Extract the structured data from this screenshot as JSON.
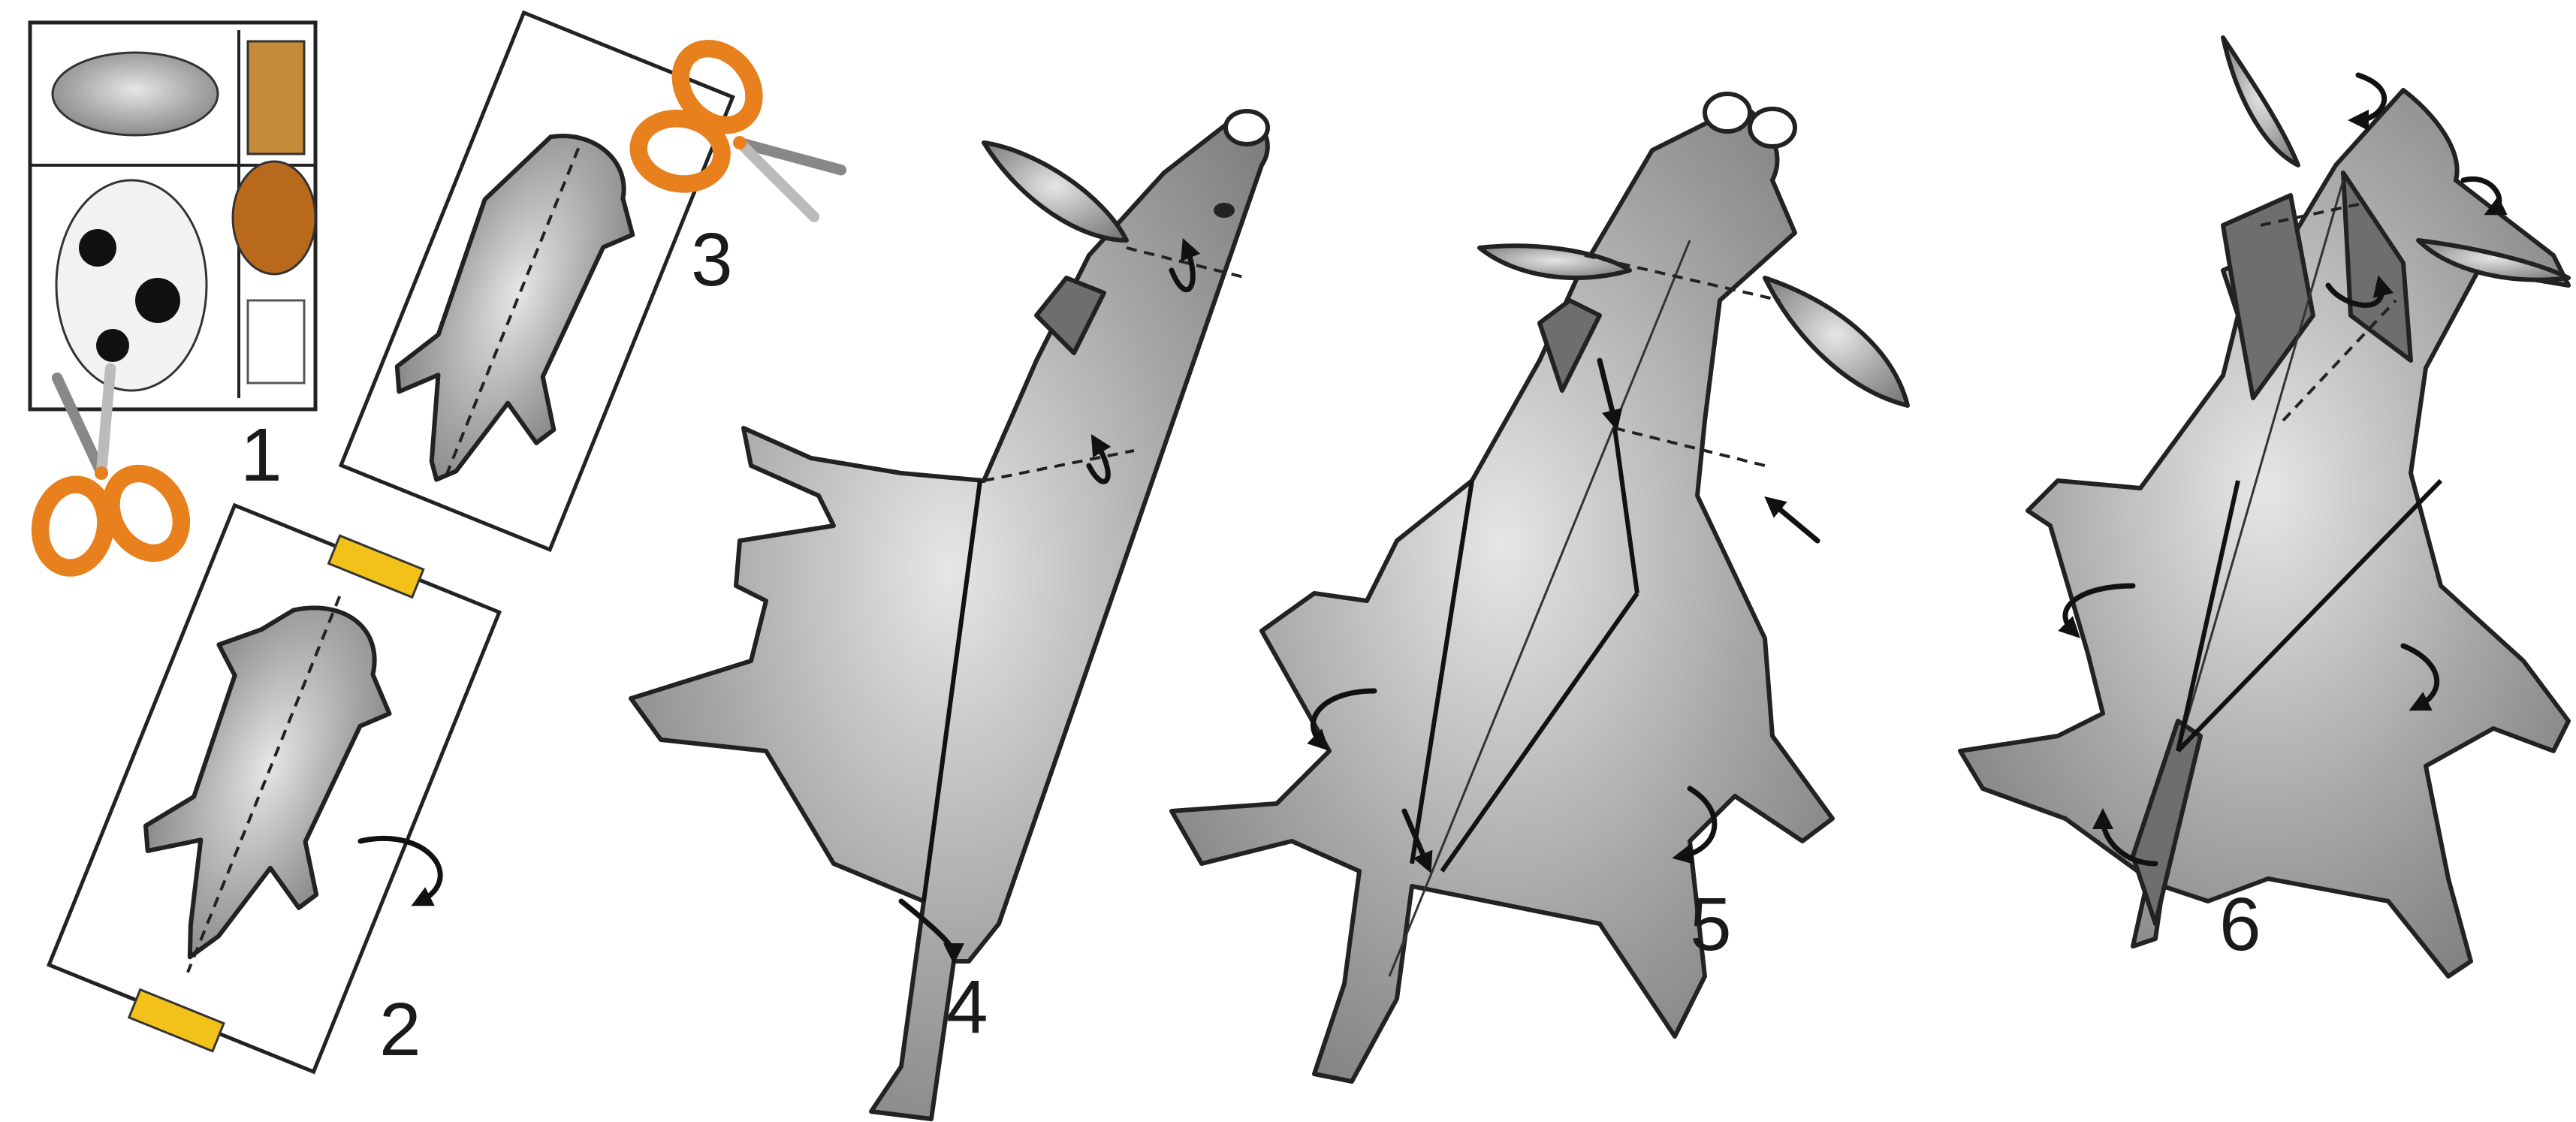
{
  "steps": [
    {
      "number": "1"
    },
    {
      "number": "2"
    },
    {
      "number": "3"
    },
    {
      "number": "4"
    },
    {
      "number": "5"
    },
    {
      "number": "6"
    }
  ],
  "colors": {
    "scissors_handle": "#e8801e",
    "tape": "#f2c21a",
    "paper_fill": "#9a9a9a",
    "cow_brown": "#b8691c",
    "outline": "#222222"
  },
  "icons": [
    "scissors-icon",
    "tape-icon",
    "fold-arrow-icon"
  ]
}
